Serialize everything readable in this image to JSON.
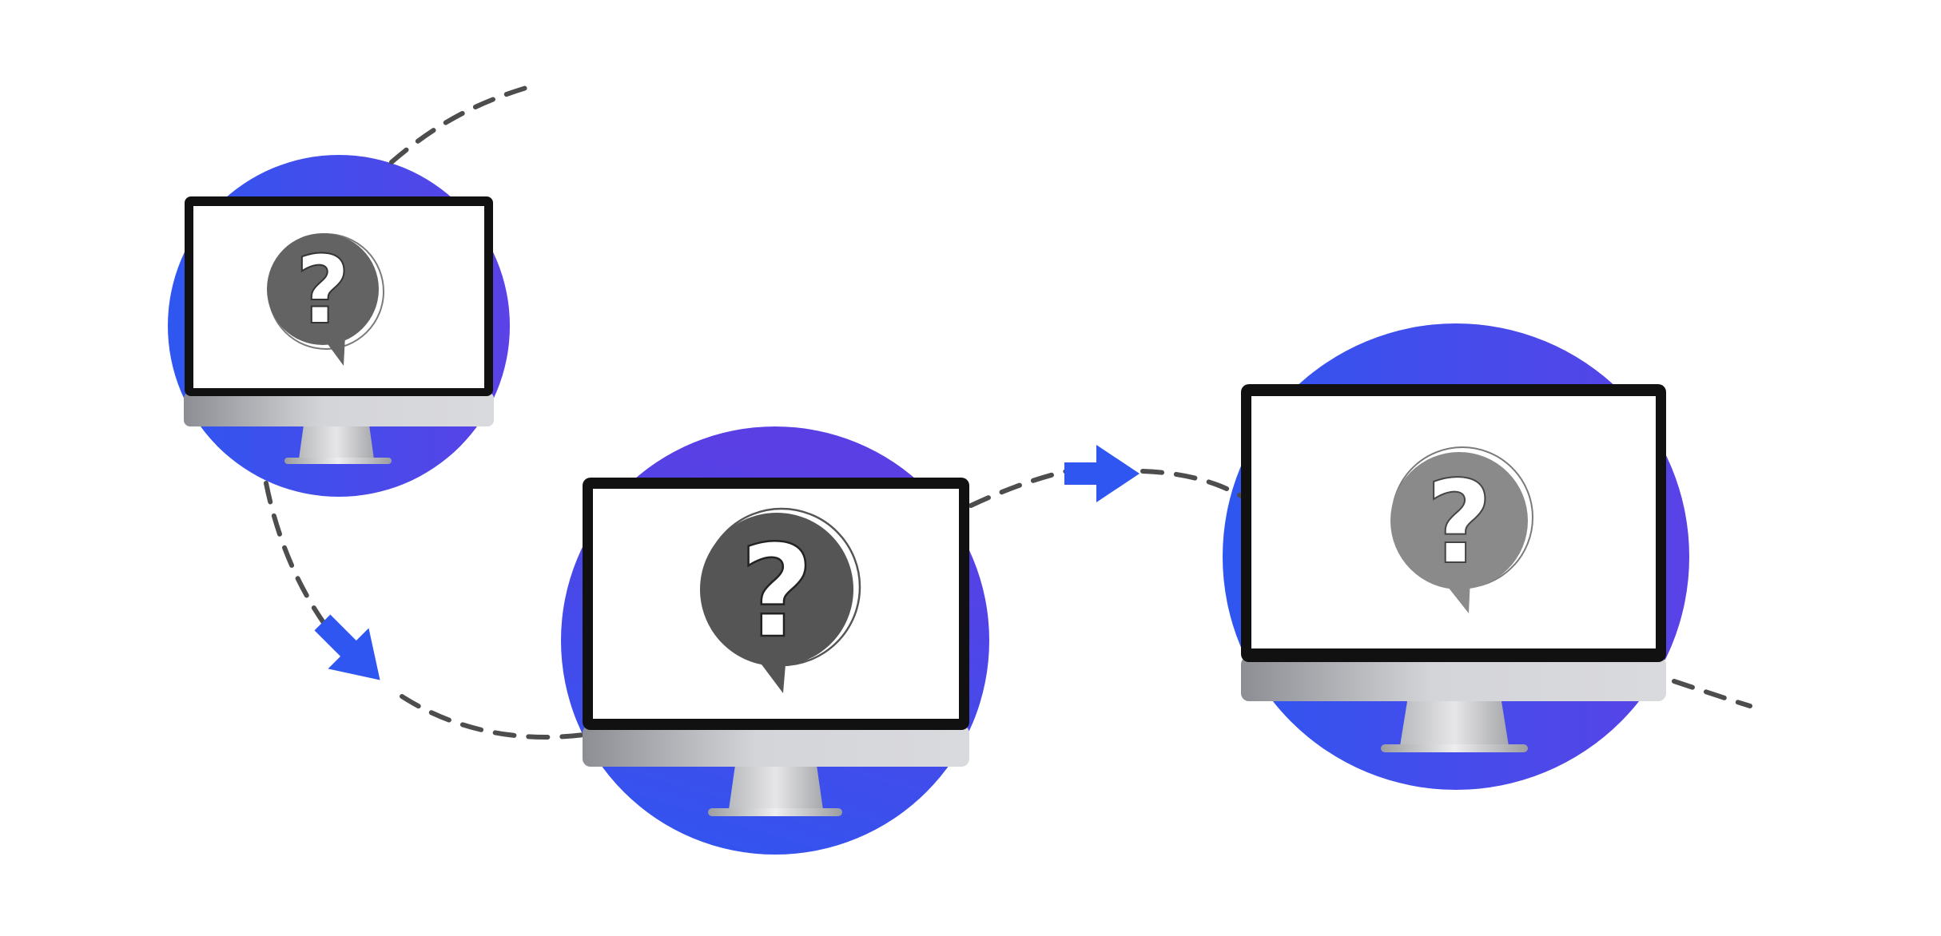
{
  "colors": {
    "background": "#ffffff",
    "circle_gradient_start": "#2f56f0",
    "circle_gradient_end": "#5a42e6",
    "arrow_blue": "#2f56f0",
    "dashed_path": "#4d4d4d",
    "monitor_bezel": "#111111",
    "monitor_chin_light": "#d4d5d9",
    "monitor_chin_dark": "#8c8e93",
    "bubble_dark": "#555555",
    "bubble_mid": "#636363",
    "bubble_light": "#8a8a8a"
  },
  "monitors": [
    {
      "name": "monitor-1",
      "bubble_color": "bubble_mid",
      "question_glyph": "?"
    },
    {
      "name": "monitor-2",
      "bubble_color": "bubble_dark",
      "question_glyph": "?"
    },
    {
      "name": "monitor-3",
      "bubble_color": "bubble_light",
      "question_glyph": "?"
    }
  ],
  "arrows": [
    {
      "name": "arrow-down-right",
      "icon": "arrow-icon"
    },
    {
      "name": "arrow-right",
      "icon": "arrow-icon"
    }
  ],
  "icons": {
    "monitor": "monitor-icon",
    "question": "question-bubble-icon"
  }
}
